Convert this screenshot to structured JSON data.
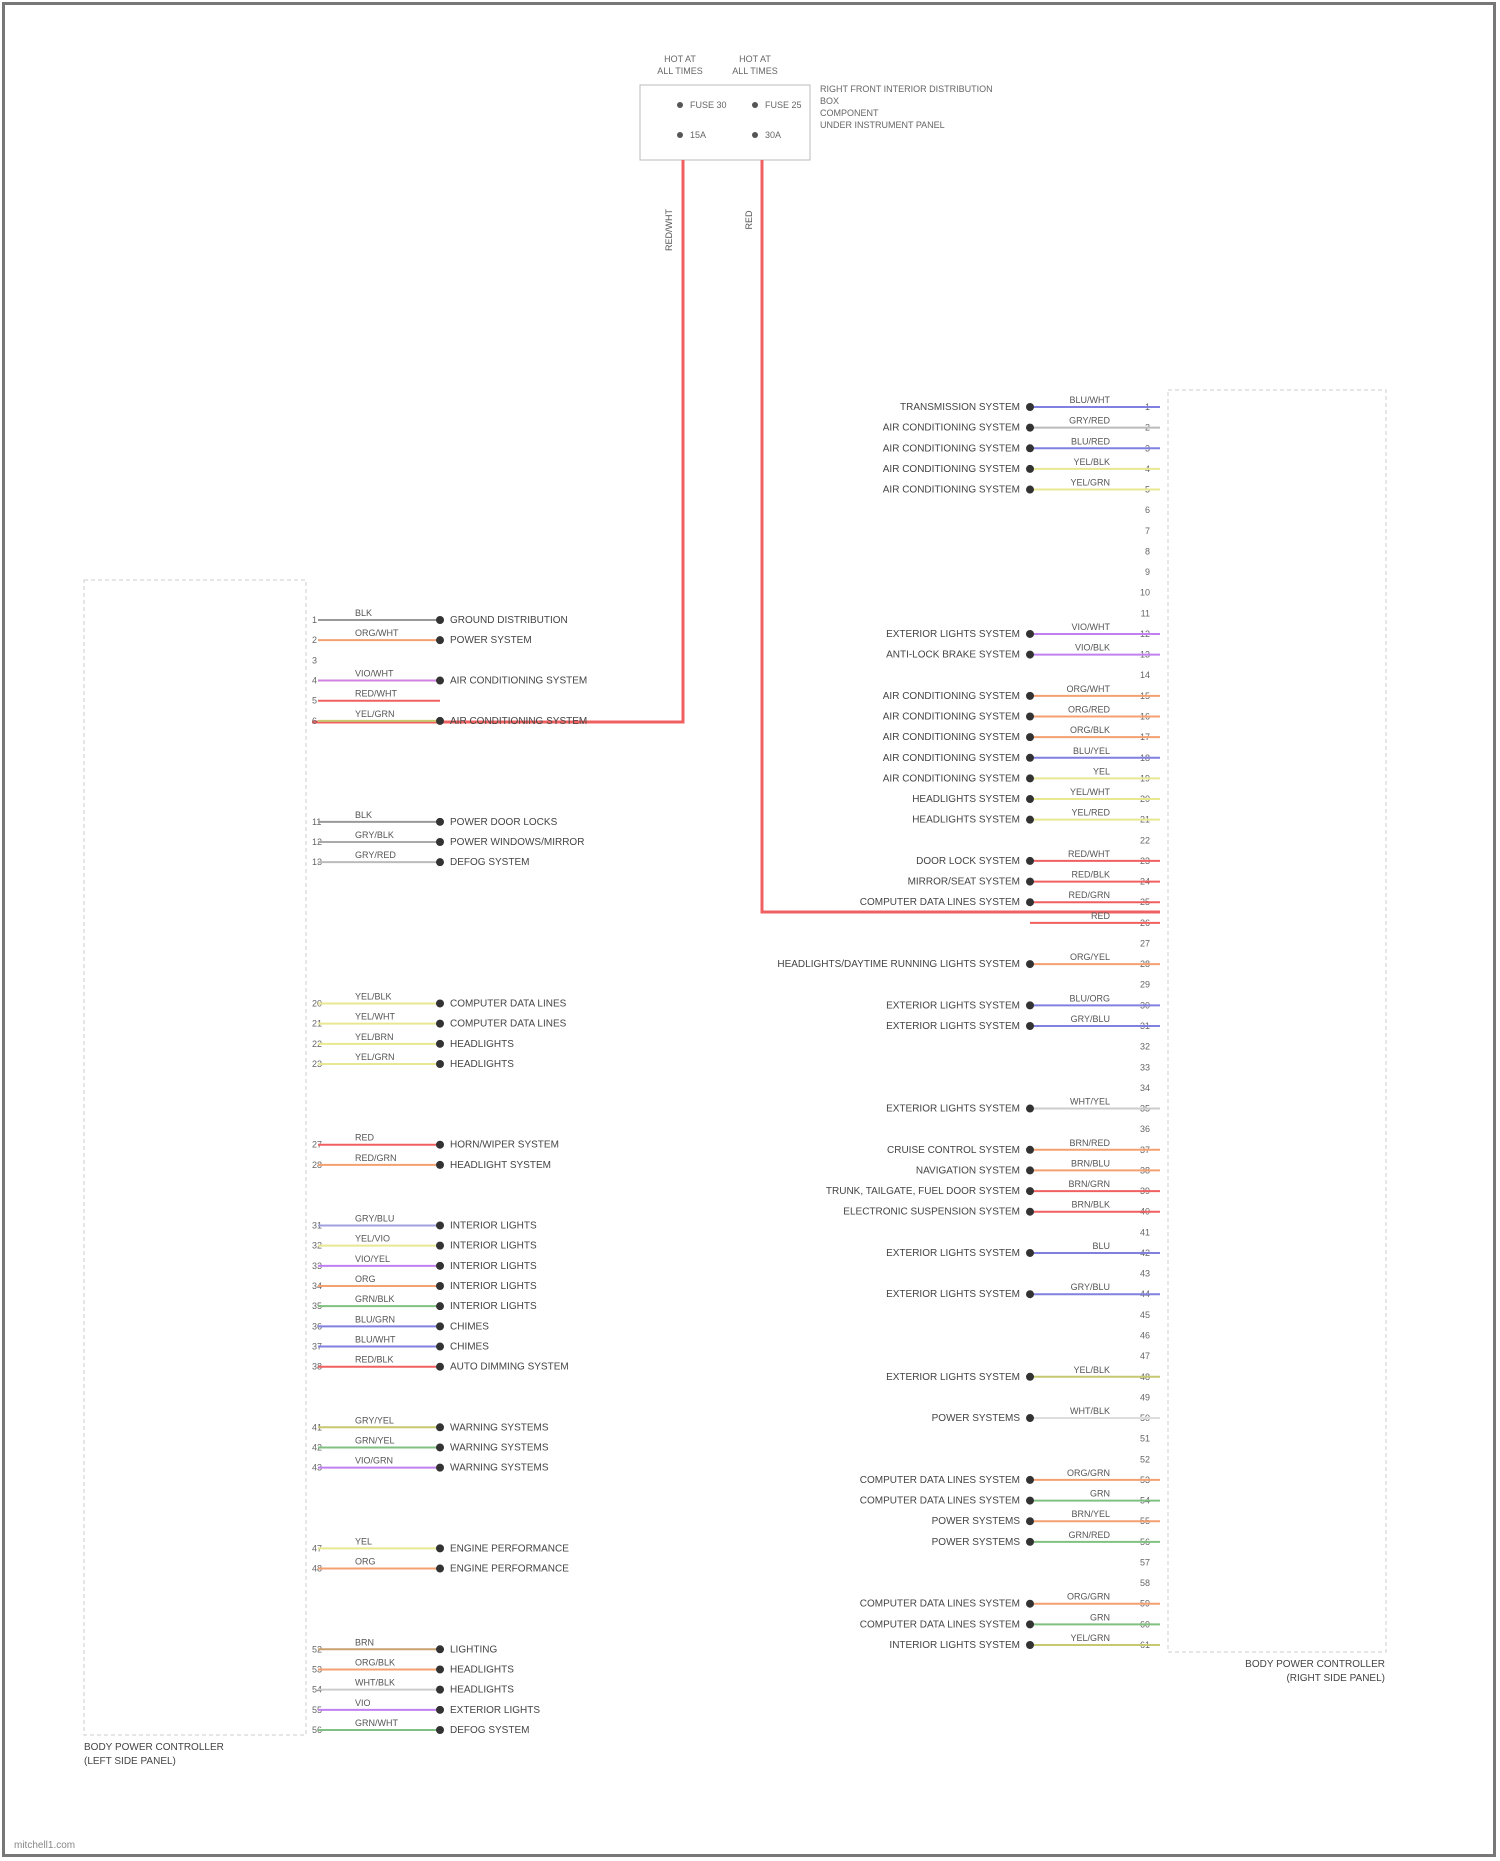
{
  "diagram": {
    "type": "wiring-diagram",
    "fuses": [
      {
        "id": "fuse1",
        "header": "HOT AT ALL TIMES",
        "name": "FUSE 30",
        "rating": "15A"
      },
      {
        "id": "fuse2",
        "header": "HOT AT ALL TIMES",
        "name": "FUSE 25",
        "rating": "30A"
      }
    ],
    "fuse_box_label": "RIGHT FRONT INTERIOR DISTRIBUTION\nBOX\nCOMPONENT\nUNDER INSTRUMENT PANEL",
    "feed_wires": [
      {
        "color": "#f06060",
        "label": "RED/WHT"
      },
      {
        "color": "#f06060",
        "label": "RED"
      }
    ],
    "left_module": {
      "title": "BODY POWER CONTROLLER",
      "subtitle": "(LEFT SIDE PANEL)",
      "connections": [
        {
          "pin": "1",
          "wire": "BLK",
          "color": "#999999",
          "dest": "GROUND DISTRIBUTION"
        },
        {
          "pin": "2",
          "wire": "ORG/WHT",
          "color": "#f4a070",
          "dest": "POWER SYSTEM"
        },
        {
          "pin": "3",
          "wire": "",
          "color": "",
          "dest": ""
        },
        {
          "pin": "4",
          "wire": "VIO/WHT",
          "color": "#d080e0",
          "dest": "AIR CONDITIONING SYSTEM"
        },
        {
          "pin": "5",
          "wire": "RED/WHT",
          "color": "#f06060",
          "dest": ""
        },
        {
          "pin": "6",
          "wire": "YEL/GRN",
          "color": "#c8c870",
          "dest": "AIR CONDITIONING SYSTEM"
        },
        {
          "pin": "11",
          "wire": "BLK",
          "color": "#999999",
          "dest": "POWER DOOR LOCKS"
        },
        {
          "pin": "12",
          "wire": "GRY/BLK",
          "color": "#aaaaaa",
          "dest": "POWER WINDOWS/MIRROR"
        },
        {
          "pin": "13",
          "wire": "GRY/RED",
          "color": "#bbbbbb",
          "dest": "DEFOG SYSTEM"
        },
        {
          "pin": "20",
          "wire": "YEL/BLK",
          "color": "#e8e890",
          "dest": "COMPUTER DATA LINES"
        },
        {
          "pin": "21",
          "wire": "YEL/WHT",
          "color": "#e8e890",
          "dest": "COMPUTER DATA LINES"
        },
        {
          "pin": "22",
          "wire": "YEL/BRN",
          "color": "#e8e890",
          "dest": "HEADLIGHTS"
        },
        {
          "pin": "23",
          "wire": "YEL/GRN",
          "color": "#e8e890",
          "dest": "HEADLIGHTS"
        },
        {
          "pin": "27",
          "wire": "RED",
          "color": "#f06060",
          "dest": "HORN/WIPER SYSTEM"
        },
        {
          "pin": "28",
          "wire": "RED/GRN",
          "color": "#f4a070",
          "dest": "HEADLIGHT SYSTEM"
        },
        {
          "pin": "31",
          "wire": "GRY/BLU",
          "color": "#a0a0e0",
          "dest": "INTERIOR LIGHTS"
        },
        {
          "pin": "32",
          "wire": "YEL/VIO",
          "color": "#e8e890",
          "dest": "INTERIOR LIGHTS"
        },
        {
          "pin": "33",
          "wire": "VIO/YEL",
          "color": "#c080f0",
          "dest": "INTERIOR LIGHTS"
        },
        {
          "pin": "34",
          "wire": "ORG",
          "color": "#f4a070",
          "dest": "INTERIOR LIGHTS"
        },
        {
          "pin": "35",
          "wire": "GRN/BLK",
          "color": "#80c080",
          "dest": "INTERIOR LIGHTS"
        },
        {
          "pin": "36",
          "wire": "BLU/GRN",
          "color": "#8080e0",
          "dest": "CHIMES"
        },
        {
          "pin": "37",
          "wire": "BLU/WHT",
          "color": "#8080e0",
          "dest": "CHIMES"
        },
        {
          "pin": "38",
          "wire": "RED/BLK",
          "color": "#f06060",
          "dest": "AUTO DIMMING SYSTEM"
        },
        {
          "pin": "41",
          "wire": "GRY/YEL",
          "color": "#c8c870",
          "dest": "WARNING SYSTEMS"
        },
        {
          "pin": "42",
          "wire": "GRN/YEL",
          "color": "#80c080",
          "dest": "WARNING SYSTEMS"
        },
        {
          "pin": "43",
          "wire": "VIO/GRN",
          "color": "#c080f0",
          "dest": "WARNING SYSTEMS"
        },
        {
          "pin": "47",
          "wire": "YEL",
          "color": "#e8e890",
          "dest": "ENGINE PERFORMANCE"
        },
        {
          "pin": "48",
          "wire": "ORG",
          "color": "#f4a070",
          "dest": "ENGINE PERFORMANCE"
        },
        {
          "pin": "52",
          "wire": "BRN",
          "color": "#c8a070",
          "dest": "LIGHTING"
        },
        {
          "pin": "53",
          "wire": "ORG/BLK",
          "color": "#f4a070",
          "dest": "HEADLIGHTS"
        },
        {
          "pin": "54",
          "wire": "WHT/BLK",
          "color": "#cccccc",
          "dest": "HEADLIGHTS"
        },
        {
          "pin": "55",
          "wire": "VIO",
          "color": "#c080f0",
          "dest": "EXTERIOR LIGHTS"
        },
        {
          "pin": "56",
          "wire": "GRN/WHT",
          "color": "#80c080",
          "dest": "DEFOG SYSTEM"
        }
      ]
    },
    "right_module": {
      "title": "BODY POWER CONTROLLER",
      "subtitle": "(RIGHT SIDE PANEL)",
      "connections": [
        {
          "pin": "1",
          "wire": "BLU/WHT",
          "color": "#8080e0",
          "dest": "TRANSMISSION SYSTEM"
        },
        {
          "pin": "2",
          "wire": "GRY/RED",
          "color": "#bbbbbb",
          "dest": "AIR CONDITIONING SYSTEM"
        },
        {
          "pin": "3",
          "wire": "BLU/RED",
          "color": "#8080e0",
          "dest": "AIR CONDITIONING SYSTEM"
        },
        {
          "pin": "4",
          "wire": "YEL/BLK",
          "color": "#e8e890",
          "dest": "AIR CONDITIONING SYSTEM"
        },
        {
          "pin": "5",
          "wire": "YEL/GRN",
          "color": "#e8e890",
          "dest": "AIR CONDITIONING SYSTEM"
        },
        {
          "pin": "12",
          "wire": "VIO/WHT",
          "color": "#c080f0",
          "dest": "EXTERIOR LIGHTS SYSTEM"
        },
        {
          "pin": "13",
          "wire": "VIO/BLK",
          "color": "#c080f0",
          "dest": "ANTI-LOCK BRAKE SYSTEM"
        },
        {
          "pin": "15",
          "wire": "ORG/WHT",
          "color": "#f4a070",
          "dest": "AIR CONDITIONING SYSTEM"
        },
        {
          "pin": "16",
          "wire": "ORG/RED",
          "color": "#f4a070",
          "dest": "AIR CONDITIONING SYSTEM"
        },
        {
          "pin": "17",
          "wire": "ORG/BLK",
          "color": "#f4a070",
          "dest": "AIR CONDITIONING SYSTEM"
        },
        {
          "pin": "18",
          "wire": "BLU/YEL",
          "color": "#8080e0",
          "dest": "AIR CONDITIONING SYSTEM"
        },
        {
          "pin": "19",
          "wire": "YEL",
          "color": "#e8e890",
          "dest": "AIR CONDITIONING SYSTEM"
        },
        {
          "pin": "20",
          "wire": "YEL/WHT",
          "color": "#e8e890",
          "dest": "HEADLIGHTS SYSTEM"
        },
        {
          "pin": "21",
          "wire": "YEL/RED",
          "color": "#e8e890",
          "dest": "HEADLIGHTS SYSTEM"
        },
        {
          "pin": "23",
          "wire": "RED/WHT",
          "color": "#f06060",
          "dest": "DOOR LOCK SYSTEM"
        },
        {
          "pin": "24",
          "wire": "RED/BLK",
          "color": "#f06060",
          "dest": "MIRROR/SEAT SYSTEM"
        },
        {
          "pin": "25",
          "wire": "RED/GRN",
          "color": "#f06060",
          "dest": "COMPUTER DATA LINES SYSTEM"
        },
        {
          "pin": "26",
          "wire": "RED",
          "color": "#f06060",
          "dest": ""
        },
        {
          "pin": "28",
          "wire": "ORG/YEL",
          "color": "#f4a070",
          "dest": "HEADLIGHTS/DAYTIME RUNNING LIGHTS SYSTEM"
        },
        {
          "pin": "30",
          "wire": "BLU/ORG",
          "color": "#8080e0",
          "dest": "EXTERIOR LIGHTS SYSTEM"
        },
        {
          "pin": "31",
          "wire": "GRY/BLU",
          "color": "#8080e0",
          "dest": "EXTERIOR LIGHTS SYSTEM"
        },
        {
          "pin": "35",
          "wire": "WHT/YEL",
          "color": "#cccccc",
          "dest": "EXTERIOR LIGHTS SYSTEM"
        },
        {
          "pin": "37",
          "wire": "BRN/RED",
          "color": "#f4a070",
          "dest": "CRUISE CONTROL SYSTEM"
        },
        {
          "pin": "38",
          "wire": "BRN/BLU",
          "color": "#f4a070",
          "dest": "NAVIGATION SYSTEM"
        },
        {
          "pin": "39",
          "wire": "BRN/GRN",
          "color": "#f06060",
          "dest": "TRUNK, TAILGATE, FUEL DOOR SYSTEM"
        },
        {
          "pin": "40",
          "wire": "BRN/BLK",
          "color": "#f06060",
          "dest": "ELECTRONIC SUSPENSION SYSTEM"
        },
        {
          "pin": "42",
          "wire": "BLU",
          "color": "#8080e0",
          "dest": "EXTERIOR LIGHTS SYSTEM"
        },
        {
          "pin": "44",
          "wire": "GRY/BLU",
          "color": "#8080e0",
          "dest": "EXTERIOR LIGHTS SYSTEM"
        },
        {
          "pin": "48",
          "wire": "YEL/BLK",
          "color": "#c8c870",
          "dest": "EXTERIOR LIGHTS SYSTEM"
        },
        {
          "pin": "50",
          "wire": "WHT/BLK",
          "color": "#dddddd",
          "dest": "POWER SYSTEMS"
        },
        {
          "pin": "53",
          "wire": "ORG/GRN",
          "color": "#f4a070",
          "dest": "COMPUTER DATA LINES SYSTEM"
        },
        {
          "pin": "54",
          "wire": "GRN",
          "color": "#80c080",
          "dest": "COMPUTER DATA LINES SYSTEM"
        },
        {
          "pin": "55",
          "wire": "BRN/YEL",
          "color": "#f4a070",
          "dest": "POWER SYSTEMS"
        },
        {
          "pin": "56",
          "wire": "GRN/RED",
          "color": "#80c080",
          "dest": "POWER SYSTEMS"
        },
        {
          "pin": "59",
          "wire": "ORG/GRN",
          "color": "#f4a070",
          "dest": "COMPUTER DATA LINES SYSTEM"
        },
        {
          "pin": "60",
          "wire": "GRN",
          "color": "#80c080",
          "dest": "COMPUTER DATA LINES SYSTEM"
        },
        {
          "pin": "61",
          "wire": "YEL/GRN",
          "color": "#c8c870",
          "dest": "INTERIOR LIGHTS SYSTEM"
        }
      ]
    },
    "footer": "mitchell1.com"
  }
}
